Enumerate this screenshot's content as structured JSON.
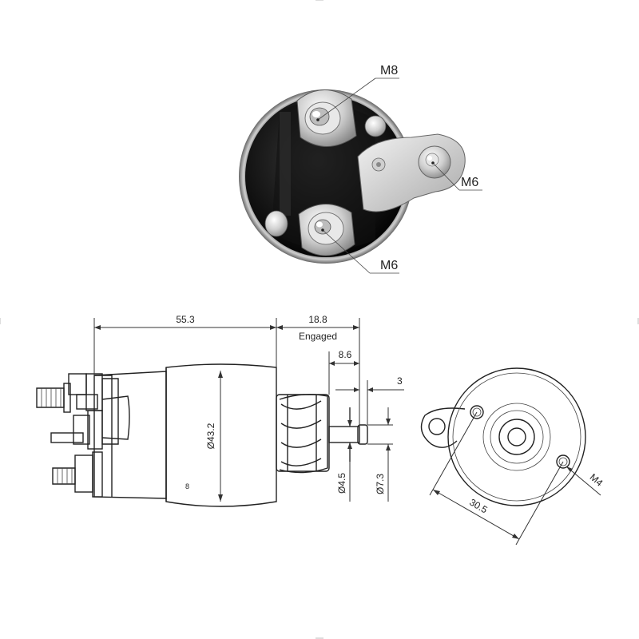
{
  "top_view": {
    "callouts": [
      {
        "id": "m8",
        "label": "M8"
      },
      {
        "id": "m6_right",
        "label": "M6"
      },
      {
        "id": "m6_bottom",
        "label": "M6"
      }
    ]
  },
  "side_view": {
    "dimensions": {
      "body_length": "55.3",
      "engaged_stroke": "18.8",
      "engaged_label": "Engaged",
      "plunger_step": "8.6",
      "tip_length": "3",
      "body_diameter": "Ø43.2",
      "rod_diameter": "Ø4.5",
      "tip_diameter": "Ø7.3"
    },
    "body_mark": "8"
  },
  "end_view": {
    "dimensions": {
      "hole_spacing": "30.5",
      "hole_thread": "M4"
    }
  },
  "colors": {
    "line": "#222222",
    "housing_dark": "#1a1a1a",
    "metal_light": "#d9d9d9",
    "metal_mid": "#9a9a9a"
  }
}
